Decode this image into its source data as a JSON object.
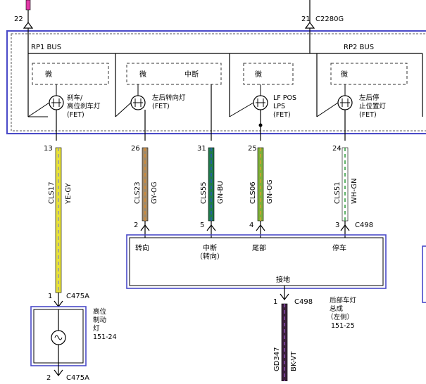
{
  "top_pins": [
    {
      "id": "pin22",
      "number": "22"
    },
    {
      "id": "pin21",
      "number": "21",
      "connector": "C2280G"
    }
  ],
  "module": {
    "bus_left": "RP1 BUS",
    "bus_right": "RP2 BUS",
    "micro_label": "微",
    "interrupt_label": "中断",
    "outputs": [
      {
        "line1": "刹车/",
        "line2": "高位刹车灯",
        "line3": "(FET)"
      },
      {
        "line1": "左后转向灯",
        "line2": "(FET)"
      },
      {
        "line1": "LF POS",
        "line2": "LPS",
        "line3": "(FET)"
      },
      {
        "line1": "左后停",
        "line2": "止位置灯",
        "line3": "(FET)"
      }
    ]
  },
  "wires": [
    {
      "pin": "13",
      "circuit": "CLS17",
      "color_code": "YE-GY",
      "fill": "#e8e23a",
      "stripe": "#9a9a9a"
    },
    {
      "pin": "26",
      "circuit": "CLS23",
      "color_code": "GY-OG",
      "fill": "#a08a6a",
      "stripe": "#d98a2e"
    },
    {
      "pin": "31",
      "circuit": "CLS55",
      "color_code": "GN-BU",
      "fill": "#1f7a4c",
      "stripe": "#2a58b8"
    },
    {
      "pin": "25",
      "circuit": "CLS06",
      "color_code": "GN-OG",
      "fill": "#7fb03a",
      "stripe": "#d9a030"
    },
    {
      "pin": "24",
      "circuit": "CLS51",
      "color_code": "WH-GN",
      "fill": "#ffffff",
      "stripe": "#2e9a3a"
    }
  ],
  "lamp_pins": [
    "2",
    "5",
    "4",
    "3"
  ],
  "lamp_connector": "C498",
  "lamp_assembly": {
    "inputs": [
      "转向",
      "中断",
      "（转向）",
      "尾部",
      "停车"
    ],
    "ground_label": "接地",
    "name_lines": [
      "后部车灯",
      "总成",
      "（左侧）",
      "151-25"
    ],
    "ground_pin": "1",
    "ground_connector": "C498"
  },
  "ground_wire": {
    "circuit": "GD347",
    "color_code": "BK-VT",
    "fill": "#3a1f3a",
    "stripe": "#8a4ab0"
  },
  "high_stop": {
    "top_pin": "1",
    "top_connector": "C475A",
    "bottom_pin": "2",
    "bottom_connector": "C475A",
    "name_lines": [
      "高位",
      "制动",
      "灯",
      "151-24"
    ]
  },
  "colors": {
    "module_border": "#4a4ac8",
    "dashed": "#555555",
    "top_magenta": "#e23aa8"
  }
}
